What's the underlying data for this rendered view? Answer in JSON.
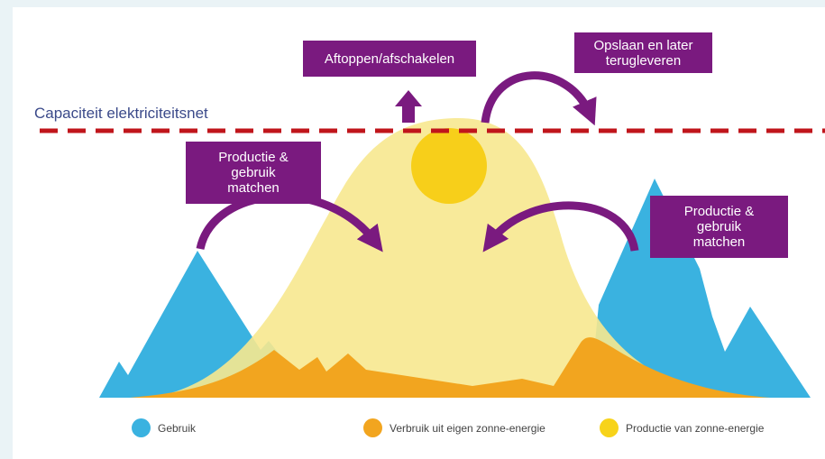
{
  "capacity_line": {
    "label": "Capaciteit elektriciteitsnet"
  },
  "boxes": {
    "cap_off": "Aftoppen/afschakelen",
    "store": "Opslaan en later\nterugleveren",
    "match_left": "Productie &\ngebruik\nmatchen",
    "match_right": "Productie &\ngebruik\nmatchen"
  },
  "legend": [
    {
      "label": "Gebruik",
      "color": "#3ab2e0"
    },
    {
      "label": "Verbruik uit eigen zonne-energie",
      "color": "#f2a51f"
    },
    {
      "label": "Productie van zonne-energie",
      "color": "#f7d31a"
    }
  ],
  "colors": {
    "usage": "#3ab2e0",
    "self_consumption": "#f2a51f",
    "solar_production": "#f7e88f",
    "sun": "#f7cf1a",
    "capacity_line": "#c0151b",
    "arrow": "#7a1a7f"
  }
}
